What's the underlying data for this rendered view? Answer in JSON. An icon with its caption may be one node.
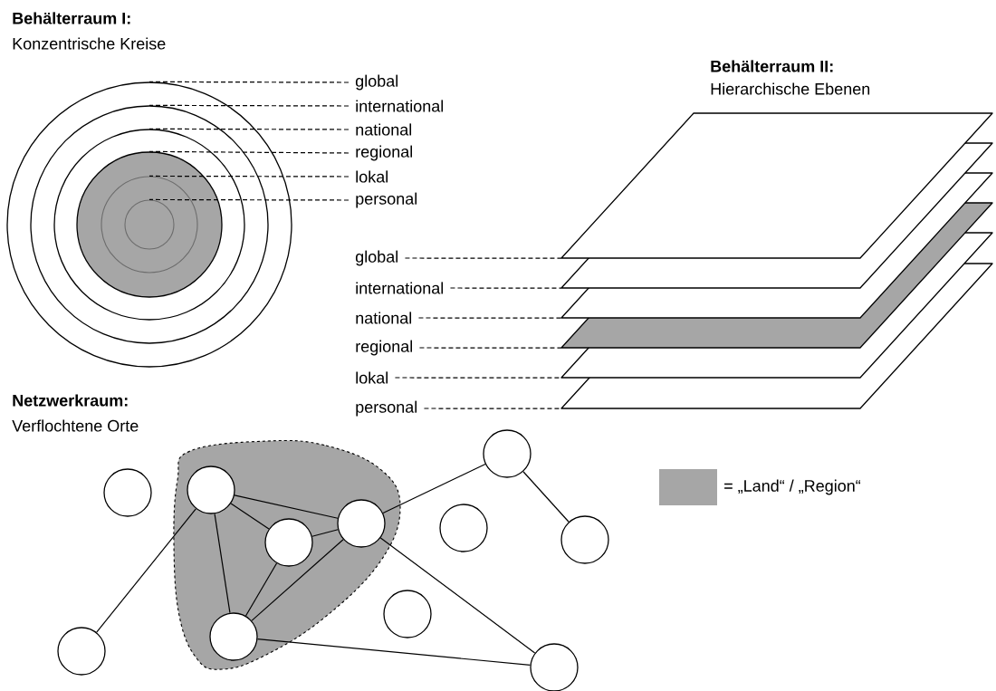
{
  "diagram": {
    "nodes": [
      {
        "text": [],
        "shape": "circle"
      },
      {
        "text": [],
        "shape": "circle",
        "in": 0
      },
      {
        "text": [],
        "shape": "circle",
        "in": 1
      },
      {
        "text": [],
        "shape": "circle",
        "in": 2
      },
      {
        "text": [],
        "shape": "circle",
        "in": 3
      },
      {
        "text": [],
        "shape": "circle",
        "in": 4
      },
      {
        "text": [
          "global"
        ]
      },
      {
        "text": [
          "international"
        ]
      },
      {
        "text": [
          "national"
        ]
      },
      {
        "text": [
          "regional"
        ]
      },
      {
        "text": [
          "lokal"
        ]
      },
      {
        "text": [
          "personal"
        ]
      },
      {
        "text": [
          "global"
        ]
      },
      {
        "text": [
          "international"
        ]
      },
      {
        "text": [
          "national"
        ]
      },
      {
        "text": [
          "regional"
        ]
      },
      {
        "text": [
          "lokal"
        ]
      },
      {
        "text": [
          "personal"
        ]
      },
      {
        "text": [],
        "shape": "box"
      },
      {
        "text": [],
        "shape": "box"
      },
      {
        "text": [],
        "shape": "box"
      },
      {
        "text": [],
        "shape": "box"
      },
      {
        "text": [],
        "shape": "box"
      },
      {
        "text": [],
        "shape": "box"
      },
      {
        "text": [],
        "shape": "cloud"
      },
      {
        "text": [],
        "shape": "circle"
      },
      {
        "text": [],
        "shape": "circle"
      },
      {
        "text": [],
        "shape": "circle",
        "in": 24
      },
      {
        "text": [],
        "shape": "circle",
        "in": 24
      },
      {
        "text": [],
        "shape": "circle",
        "in": 24
      },
      {
        "text": [],
        "shape": "circle",
        "in": 24
      },
      {
        "text": [],
        "shape": "circle"
      },
      {
        "text": [],
        "shape": "circle"
      },
      {
        "text": [],
        "shape": "circle"
      },
      {
        "text": [],
        "shape": "circle"
      },
      {
        "text": [],
        "shape": "circle"
      }
    ],
    "edges": [
      {
        "from": 6,
        "to": 0,
        "arrow": "none",
        "style": "dashed"
      },
      {
        "from": 7,
        "to": 1,
        "arrow": "none",
        "style": "dashed"
      },
      {
        "from": 8,
        "to": 2,
        "arrow": "none",
        "style": "dashed"
      },
      {
        "from": 9,
        "to": 3,
        "arrow": "none",
        "style": "dashed"
      },
      {
        "from": 10,
        "to": 4,
        "arrow": "none",
        "style": "dashed"
      },
      {
        "from": 11,
        "to": 5,
        "arrow": "none",
        "style": "dashed"
      },
      {
        "from": 12,
        "to": 18,
        "arrow": "none",
        "style": "dashed"
      },
      {
        "from": 13,
        "to": 19,
        "arrow": "none",
        "style": "dashed"
      },
      {
        "from": 14,
        "to": 20,
        "arrow": "none",
        "style": "dashed"
      },
      {
        "from": 15,
        "to": 21,
        "arrow": "none",
        "style": "dashed"
      },
      {
        "from": 16,
        "to": 22,
        "arrow": "none",
        "style": "dashed"
      },
      {
        "from": 17,
        "to": 23,
        "arrow": "none",
        "style": "dashed"
      },
      {
        "from": 25,
        "to": 27,
        "arrow": "none"
      },
      {
        "from": 27,
        "to": 30,
        "arrow": "none"
      },
      {
        "from": 27,
        "to": 29,
        "arrow": "none"
      },
      {
        "from": 27,
        "to": 28,
        "arrow": "none"
      },
      {
        "from": 29,
        "to": 30,
        "arrow": "none"
      },
      {
        "from": 29,
        "to": 28,
        "arrow": "none"
      },
      {
        "from": 30,
        "to": 28,
        "arrow": "none"
      },
      {
        "from": 30,
        "to": 33,
        "arrow": "none"
      },
      {
        "from": 33,
        "to": 35,
        "arrow": "none"
      },
      {
        "from": 30,
        "to": 34,
        "arrow": "none"
      },
      {
        "from": 28,
        "to": 34,
        "arrow": "none"
      }
    ],
    "labels": [
      "Behälterraum I:",
      "Konzentrische Kreise",
      "Behälterraum II:",
      "Hierarchische Ebenen",
      "Netzwerkraum:",
      "Verflochtene Orte"
    ],
    "legend": [
      {
        "text": "= „Land“ / „Region“",
        "color": "#a6a6a6"
      }
    ]
  }
}
